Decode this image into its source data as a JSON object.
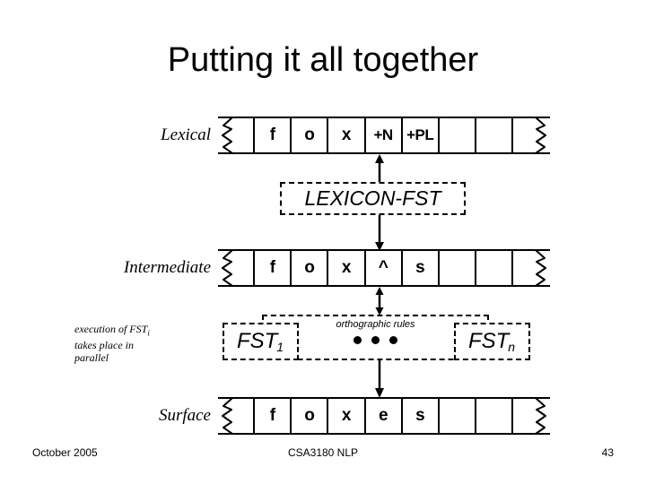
{
  "slide": {
    "title": "Putting it all together"
  },
  "tapes": [
    {
      "id": "lexical",
      "label": "Lexical",
      "cells": [
        "",
        "f",
        "o",
        "x",
        "+N",
        "+PL",
        "",
        "",
        ""
      ]
    },
    {
      "id": "intermediate",
      "label": "Intermediate",
      "cells": [
        "",
        "f",
        "o",
        "x",
        "^",
        "s",
        "",
        "",
        ""
      ]
    },
    {
      "id": "surface",
      "label": "Surface",
      "cells": [
        "",
        "f",
        "o",
        "x",
        "e",
        "s",
        "",
        "",
        ""
      ]
    }
  ],
  "boxes": {
    "lexicon_fst": "LEXICON-FST",
    "orthographic_rules": "orthographic rules",
    "fst_first_base": "FST",
    "fst_first_sub": "1",
    "fst_last_base": "FST",
    "fst_last_sub": "n",
    "ellipsis_dots": 3
  },
  "annotations": {
    "parallel_note_line1": "execution of FST",
    "parallel_note_sub": "i",
    "parallel_note_line2": "takes place in",
    "parallel_note_line3": "parallel"
  },
  "arrows": [
    {
      "name": "lexicon-to-lexical",
      "direction": "up"
    },
    {
      "name": "lexicon-to-intermediate",
      "direction": "down"
    },
    {
      "name": "intermediate-to-rules",
      "direction": "both"
    },
    {
      "name": "rules-to-surface",
      "direction": "down"
    }
  ],
  "footer": {
    "date": "October 2005",
    "center": "CSA3180 NLP",
    "page": "43"
  },
  "colors": {
    "ink": "#000000",
    "background": "#ffffff"
  }
}
